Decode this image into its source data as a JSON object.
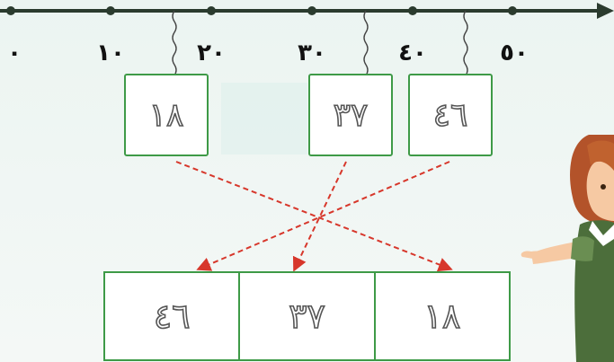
{
  "number_line": {
    "ticks": [
      "٠",
      "١٠",
      "٢٠",
      "٣٠",
      "٤٠",
      "٥٠"
    ]
  },
  "cards": [
    "١٨",
    "٣٧",
    "٤٦"
  ],
  "answers": [
    "٤٦",
    "٣٧",
    "١٨"
  ],
  "colors": {
    "line": "#2b3b2e",
    "card_border": "#3e9a47",
    "arrow": "#d7372b",
    "cord": "#444444"
  },
  "icons": {
    "character": "girl-pointing-illustration"
  }
}
